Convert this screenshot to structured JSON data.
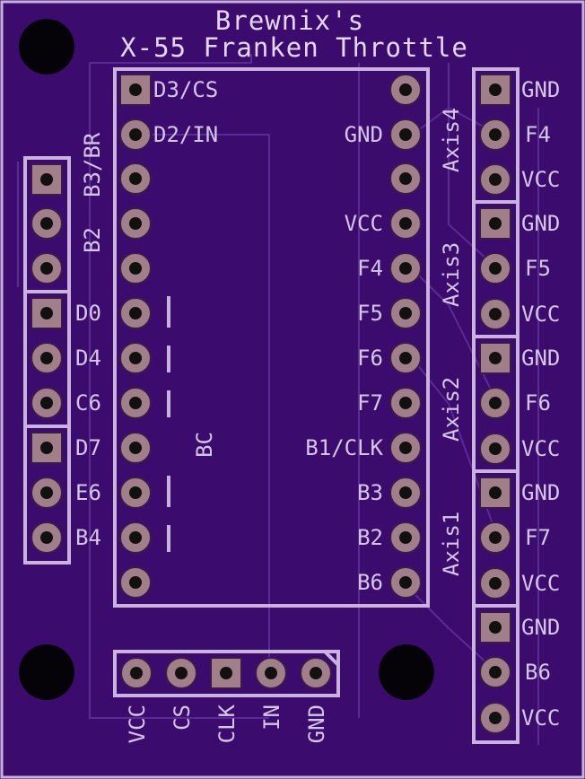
{
  "title": {
    "line1": "Brewnix's",
    "line2": "X-55 Franken Throttle"
  },
  "left_header": {
    "group1_label": "B3/BR",
    "group1b_label": "B2",
    "labels": [
      "D0",
      "D4",
      "C6",
      "D7",
      "E6",
      "B4"
    ]
  },
  "mcu": {
    "left_labels": [
      "D3/CS",
      "D2/IN"
    ],
    "right_labels": [
      "GND",
      "VCC",
      "F4",
      "F5",
      "F6",
      "F7",
      "B1/CLK",
      "B3",
      "B2",
      "B6"
    ],
    "center_text": "BC"
  },
  "axis_headers": {
    "axis_labels": [
      "Axis4",
      "Axis3",
      "Axis2",
      "Axis1"
    ],
    "pin_labels": [
      "GND",
      "F4",
      "VCC",
      "GND",
      "F5",
      "VCC",
      "GND",
      "F6",
      "VCC",
      "GND",
      "F7",
      "VCC",
      "GND",
      "B6",
      "VCC"
    ]
  },
  "bottom_header": {
    "labels": [
      "VCC",
      "CS",
      "CLK",
      "IN",
      "GND"
    ]
  }
}
